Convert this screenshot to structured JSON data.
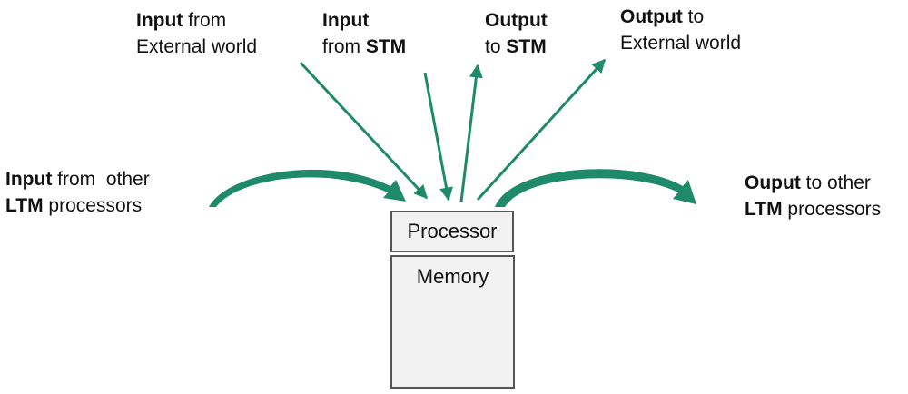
{
  "colors": {
    "arrow": "#1f8a6a",
    "box_fill": "#f2f2f2",
    "box_border": "#555555"
  },
  "labels": {
    "input_external": {
      "bold": "Input",
      "rest1": " from",
      "line2": "External world"
    },
    "input_stm": {
      "bold": "Input",
      "line2_plain": "from ",
      "line2_bold": "STM"
    },
    "output_stm": {
      "bold": "Output",
      "line2_plain": "to ",
      "line2_bold": "STM"
    },
    "output_external": {
      "bold": "Output",
      "rest1": " to",
      "line2": "External world"
    },
    "input_ltm": {
      "bold": "Input",
      "rest1": " from  other",
      "line2_bold": "LTM",
      "line2_plain": " processors"
    },
    "output_ltm": {
      "bold": "Ouput",
      "rest1": " to other",
      "line2_bold": "LTM",
      "line2_plain": " processors"
    }
  },
  "blocks": {
    "processor": "Processor",
    "memory": "Memory"
  },
  "arrows": [
    {
      "name": "input-external-arrow",
      "direction": "in"
    },
    {
      "name": "input-stm-arrow",
      "direction": "in"
    },
    {
      "name": "output-stm-arrow",
      "direction": "out"
    },
    {
      "name": "output-external-arrow",
      "direction": "out"
    },
    {
      "name": "input-ltm-arrow",
      "direction": "in"
    },
    {
      "name": "output-ltm-arrow",
      "direction": "out"
    }
  ]
}
